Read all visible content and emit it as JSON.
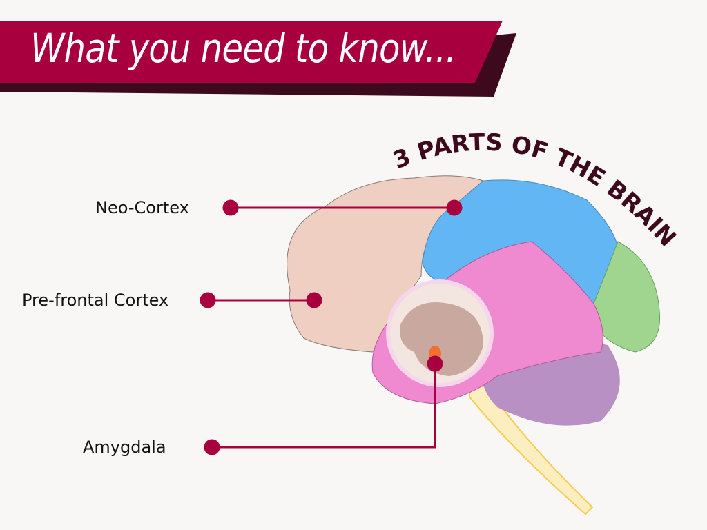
{
  "header": {
    "title": "What you need to know..."
  },
  "diagram": {
    "heading": "3 PARTS OF THE BRAIN",
    "labels": [
      {
        "text": "Neo-Cortex",
        "color": "#62b6f4"
      },
      {
        "text": "Pre-frontal Cortex",
        "color": "#f0cfc3"
      },
      {
        "text": "Amygdala",
        "color": "#f08ad0"
      }
    ]
  },
  "colors": {
    "accent": "#a8003f",
    "shadow": "#3c0a1c",
    "heading": "#3c0a1c"
  }
}
